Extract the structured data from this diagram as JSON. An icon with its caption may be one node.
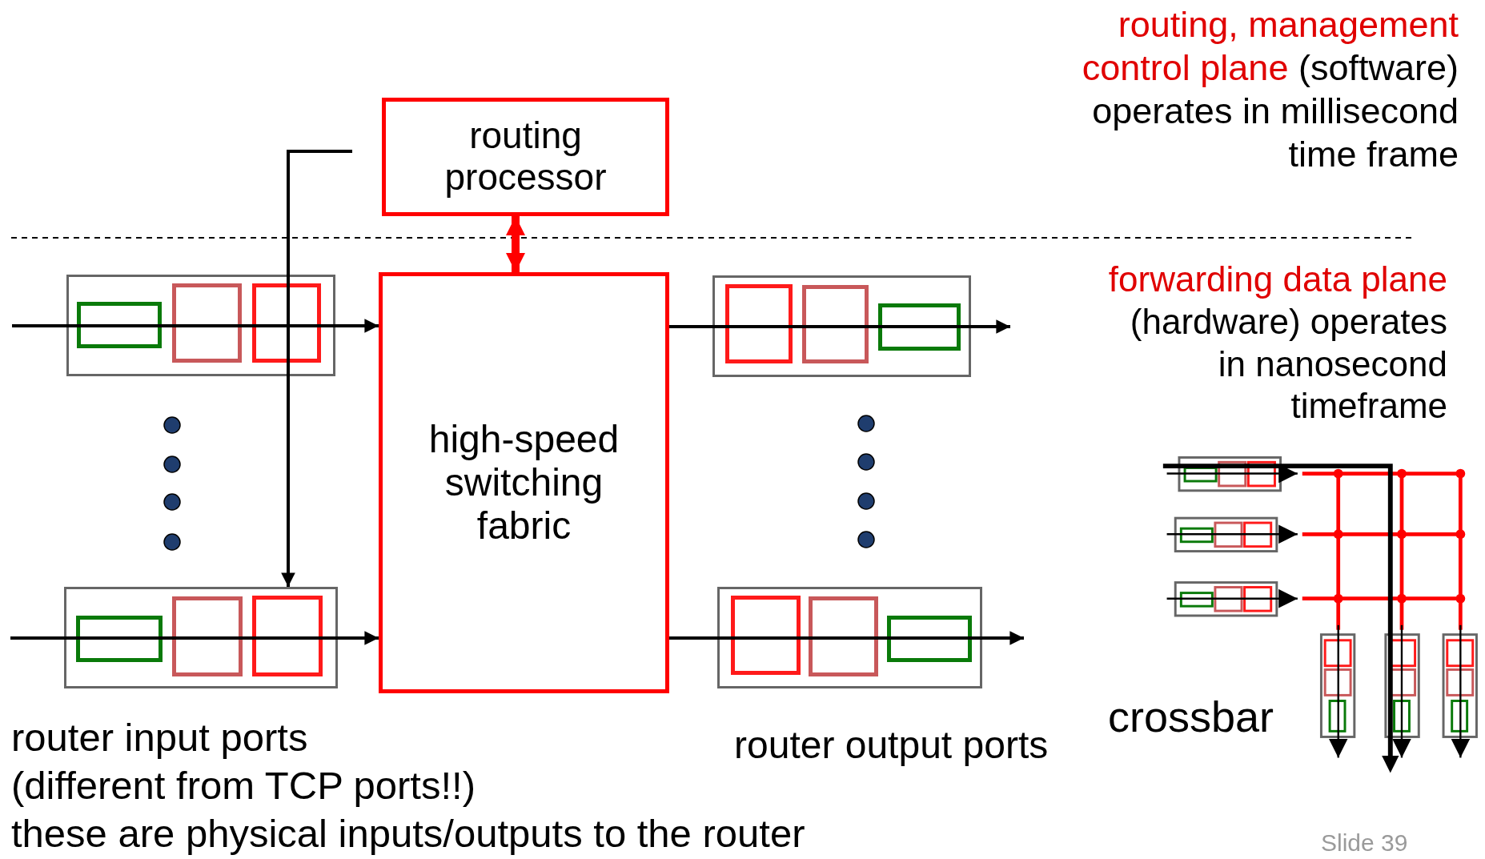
{
  "diagram": {
    "nodes": [
      {
        "text": [
          "routing processor"
        ]
      },
      {
        "text": [
          "high-speed switching fabric"
        ]
      },
      {
        "text": [],
        "shape": "box"
      },
      {
        "text": [],
        "shape": "box"
      },
      {
        "text": [],
        "shape": "box"
      },
      {
        "text": [],
        "shape": "box"
      }
    ],
    "edges": [
      {
        "from": null,
        "to": 1,
        "arrow": "to"
      },
      {
        "from": null,
        "to": 1,
        "arrow": "to"
      },
      {
        "from": 1,
        "to": 4,
        "arrow": "to"
      },
      {
        "from": 1,
        "to": 5,
        "arrow": "to"
      },
      {
        "from": 0,
        "to": 1,
        "arrow": "both",
        "style": "thick",
        "color": "#ff0000"
      },
      {
        "from": null,
        "to": 3,
        "arrow": "to"
      }
    ],
    "labels": [
      "routing, management control plane",
      "(software) operates in millisecond time frame",
      "forwarding data plane",
      "(hardware) operates in nanosecond timeframe",
      "router input ports",
      "(different from TCP ports!!)",
      "these are physical inputs/outputs to the router",
      "router output ports",
      "crossbar",
      "Slide 39"
    ]
  }
}
